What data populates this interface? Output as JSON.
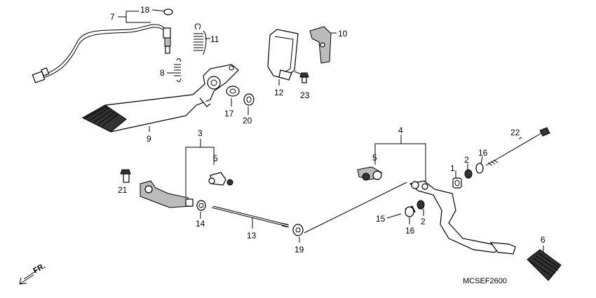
{
  "diagram": {
    "code": "MCSEF2600",
    "direction_label": "FR.",
    "callouts": [
      "18",
      "7",
      "11",
      "8",
      "9",
      "10",
      "12",
      "23",
      "17",
      "20",
      "3",
      "5",
      "21",
      "14",
      "13",
      "19",
      "4",
      "5",
      "22",
      "1",
      "2",
      "16",
      "15",
      "16",
      "2",
      "6"
    ]
  }
}
